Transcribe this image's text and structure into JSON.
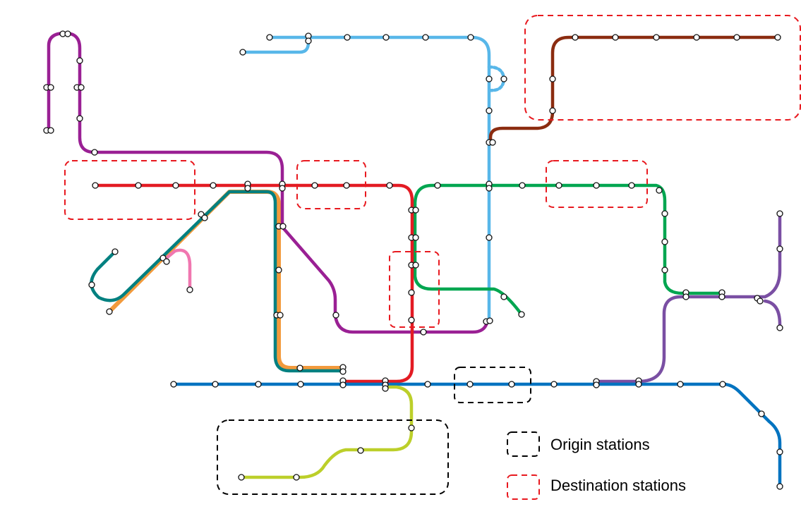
{
  "map_title": "",
  "legend": {
    "origin": {
      "label": "Origin stations",
      "color": "#000000"
    },
    "destination": {
      "label": "Destination stations",
      "color": "#e8191f"
    }
  },
  "lines": [
    {
      "name": "",
      "color": "#e31b23",
      "role": "red line"
    },
    {
      "name": "",
      "color": "#0073c0",
      "role": "blue line"
    },
    {
      "name": "",
      "color": "#58b7e9",
      "role": "light blue line"
    },
    {
      "name": "",
      "color": "#9a2094",
      "role": "purple line"
    },
    {
      "name": "",
      "color": "#00a650",
      "role": "green line"
    },
    {
      "name": "",
      "color": "#8b2c10",
      "role": "brown line"
    },
    {
      "name": "",
      "color": "#008080",
      "role": "teal line"
    },
    {
      "name": "",
      "color": "#f29a3c",
      "role": "orange line"
    },
    {
      "name": "",
      "color": "#f077b0",
      "role": "pink line"
    },
    {
      "name": "",
      "color": "#bccf2a",
      "role": "lime line"
    },
    {
      "name": "",
      "color": "#7a4fa3",
      "role": "violet line"
    }
  ]
}
